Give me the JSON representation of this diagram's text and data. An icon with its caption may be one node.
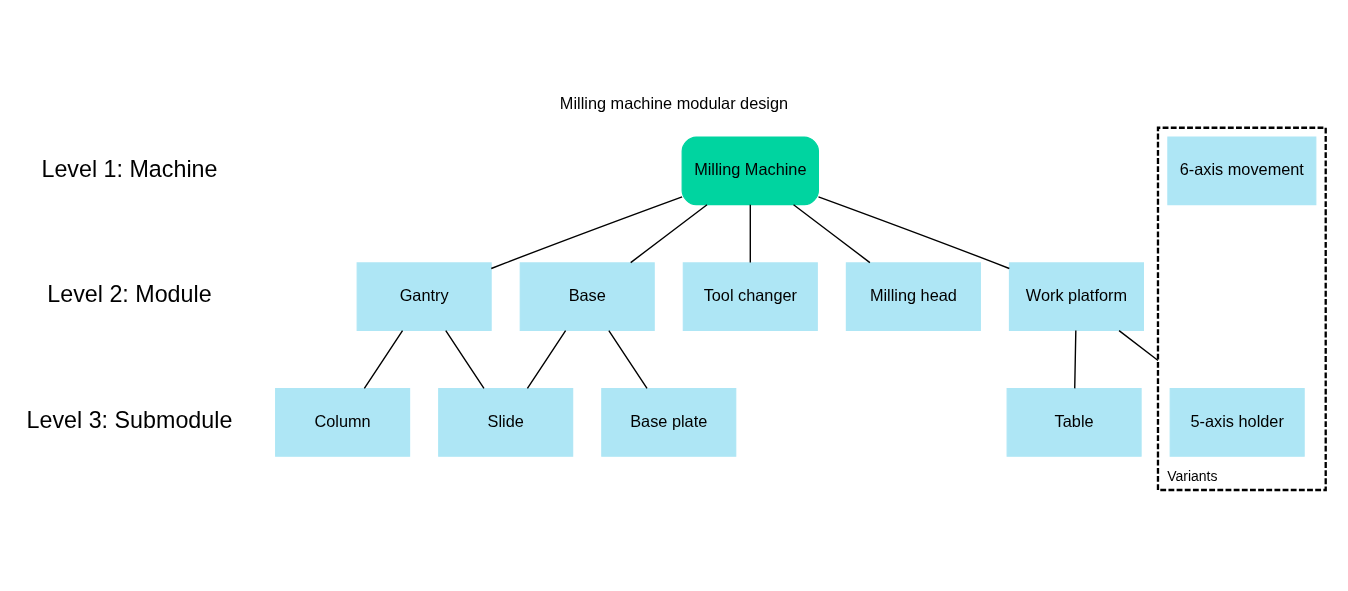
{
  "diagram": {
    "title": "Milling machine modular design",
    "nodes": [
      {
        "text": [
          "Milling Machine"
        ]
      },
      {
        "text": [
          "Gantry"
        ]
      },
      {
        "text": [
          "Base"
        ]
      },
      {
        "text": [
          "Tool changer"
        ]
      },
      {
        "text": [
          "Milling head"
        ]
      },
      {
        "text": [
          "Work platform"
        ]
      },
      {
        "text": [
          "Column"
        ]
      },
      {
        "text": [
          "Slide"
        ]
      },
      {
        "text": [
          "Base plate"
        ]
      },
      {
        "text": [
          "Table"
        ]
      },
      {
        "text": [
          "Variants"
        ]
      },
      {
        "text": [
          "5-axis holder"
        ],
        "in": 10
      },
      {
        "text": [
          "6-axis movement"
        ],
        "in": 10
      }
    ],
    "edges": [
      {
        "from": 0,
        "to": 1,
        "arrow": "none"
      },
      {
        "from": 0,
        "to": 2,
        "arrow": "none"
      },
      {
        "from": 0,
        "to": 3,
        "arrow": "none"
      },
      {
        "from": 0,
        "to": 4,
        "arrow": "none"
      },
      {
        "from": 0,
        "to": 5,
        "arrow": "none"
      },
      {
        "from": 1,
        "to": 6,
        "arrow": "none"
      },
      {
        "from": 1,
        "to": 7,
        "arrow": "none"
      },
      {
        "from": 2,
        "to": 7,
        "arrow": "none"
      },
      {
        "from": 2,
        "to": 8,
        "arrow": "none"
      },
      {
        "from": 5,
        "to": 9,
        "arrow": "none"
      },
      {
        "from": 5,
        "to": 10,
        "arrow": "none"
      }
    ],
    "labels": [
      "Level 1: Machine",
      "Level 2: Module",
      "Level 3: Submodule"
    ]
  }
}
